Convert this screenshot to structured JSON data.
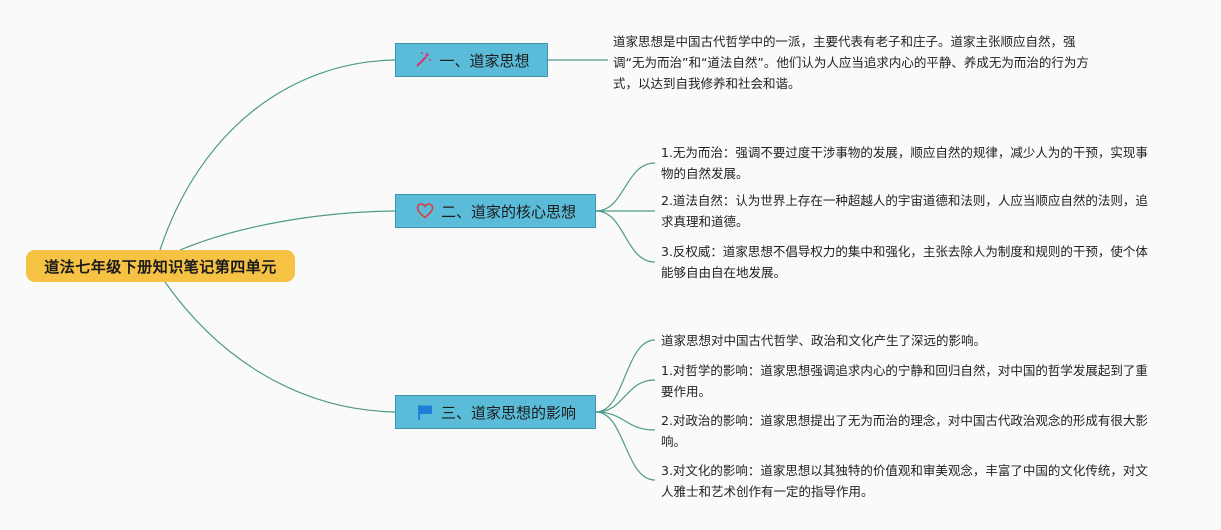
{
  "root": {
    "label": "道法七年级下册知识笔记第四单元"
  },
  "topics": [
    {
      "label": "一、道家思想",
      "icon": "magic-wand-icon",
      "leaves": [
        "道家思想是中国古代哲学中的一派，主要代表有老子和庄子。道家主张顺应自然，强调“无为而治”和“道法自然”。他们认为人应当追求内心的平静、养成无为而治的行为方式，以达到自我修养和社会和谐。"
      ]
    },
    {
      "label": "二、道家的核心思想",
      "icon": "heart-icon",
      "leaves": [
        "1.无为而治：强调不要过度干涉事物的发展，顺应自然的规律，减少人为的干预，实现事物的自然发展。",
        "2.道法自然：认为世界上存在一种超越人的宇宙道德和法则，人应当顺应自然的法则，追求真理和道德。",
        "3.反权威：道家思想不倡导权力的集中和强化，主张去除人为制度和规则的干预，使个体能够自由自在地发展。"
      ]
    },
    {
      "label": "三、道家思想的影响",
      "icon": "flag-icon",
      "leaves": [
        "道家思想对中国古代哲学、政治和文化产生了深远的影响。",
        "1.对哲学的影响：道家思想强调追求内心的宁静和回归自然，对中国的哲学发展起到了重要作用。",
        "2.对政治的影响：道家思想提出了无为而治的理念，对中国古代政治观念的形成有很大影响。",
        "3.对文化的影响：道家思想以其独特的价值观和审美观念，丰富了中国的文化传统，对文人雅士和艺术创作有一定的指导作用。"
      ]
    }
  ],
  "colors": {
    "root": "#f5c244",
    "topic": "#5bbcd9",
    "connector": "#4f9a8a",
    "icon_wand": "#d6336c",
    "icon_heart": "#e03b3b",
    "icon_flag": "#1f7fd6"
  }
}
